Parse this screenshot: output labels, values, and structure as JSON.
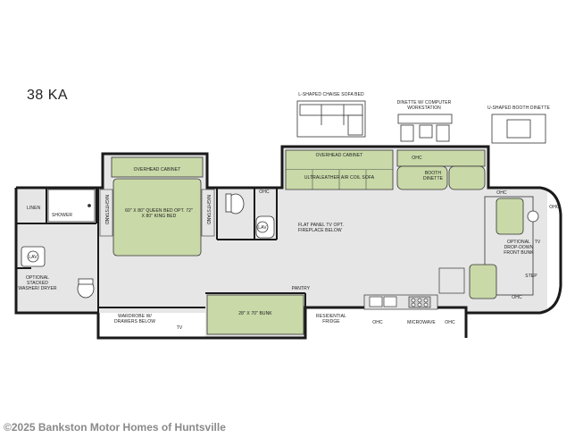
{
  "model": "38 KA",
  "options": {
    "sofa_bed": "L-SHAPED CHAISE SOFA BED",
    "dinette_workstation": "DINETTE W/ COMPUTER WORKSTATION",
    "booth_dinette": "U-SHAPED BOOTH DINETTE"
  },
  "labels": {
    "overhead_cabinet_bed": "OVERHEAD CABINET",
    "overhead_cabinet_sofa": "OVERHEAD CABINET",
    "ohc_slide": "OHC",
    "queen_bed": "60\" X 80\" QUEEN BED OPT. 72\" X 80\" KING BED",
    "nightstand_left": "NIGHTSTAND",
    "nightstand_right": "NIGHTSTAND",
    "linen": "LINEN",
    "shower": "SHOWER",
    "lav_rear": "LAV",
    "lav_half": "LAV",
    "ohc_bath": "OHC",
    "washer_dryer": "OPTIONAL STACKED WASHER/ DRYER",
    "sofa": "ULTRALEATHER AIR COIL SOFA",
    "booth_dinette": "BOOTH DINETTE",
    "flat_tv": "FLAT PANEL TV OPT. FIREPLACE BELOW",
    "ohc_front_top": "OHC",
    "ohc_front_right": "OHC",
    "drop_down_bunk": "OPTIONAL DROP-DOWN FRONT BUNK",
    "tv_front": "TV",
    "step": "STEP",
    "ohc_step": "OHC",
    "pantry": "PANTRY",
    "bunk": "28\" X 70\" BUNK",
    "wardrobe": "WARDROBE W/ DRAWERS BELOW",
    "tv_rear": "TV",
    "fridge": "RESIDENTIAL FRIDGE",
    "ohc_kitchen": "OHC",
    "microwave": "MICROWAVE",
    "ohc_kitchen2": "OHC"
  },
  "footer": "©2025 Bankston Motor Homes of Huntsville",
  "colors": {
    "fill_green": "#c9d9a8",
    "floor_gray": "#e6e6e6",
    "wall": "#1a1a1a"
  }
}
